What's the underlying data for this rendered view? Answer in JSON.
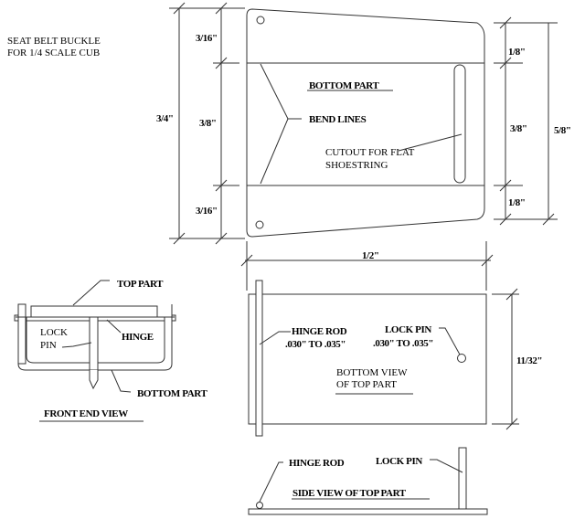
{
  "title": [
    "SEAT BELT BUCKLE",
    "FOR 1/4 SCALE CUB"
  ],
  "top_view": {
    "bottom_part": "BOTTOM PART",
    "bend_lines": "BEND LINES",
    "cutout": [
      "CUTOUT FOR FLAT",
      "SHOESTRING"
    ],
    "dims_left": {
      "overall": "3/4\"",
      "top": "3/16\"",
      "middle": "3/8\"",
      "bottom": "3/16\""
    },
    "dims_right": {
      "overall": "5/8\"",
      "top": "1/8\"",
      "middle": "3/8\"",
      "bottom": "1/8\""
    }
  },
  "bottom_view": {
    "width_dim": "1/2\"",
    "height_dim": "11/32\"",
    "hinge_rod": [
      "HINGE ROD",
      ".030\" TO .035\""
    ],
    "lock_pin": [
      "LOCK PIN",
      ".030\" TO .035\""
    ],
    "caption": [
      "BOTTOM VIEW",
      "OF TOP PART"
    ]
  },
  "front_view": {
    "top_part": "TOP PART",
    "hinge": "HINGE",
    "lock_pin": [
      "LOCK",
      "PIN"
    ],
    "bottom_part": "BOTTOM PART",
    "caption": "FRONT END VIEW"
  },
  "side_view": {
    "hinge_rod": "HINGE ROD",
    "lock_pin": "LOCK PIN",
    "caption": "SIDE VIEW OF TOP PART"
  }
}
